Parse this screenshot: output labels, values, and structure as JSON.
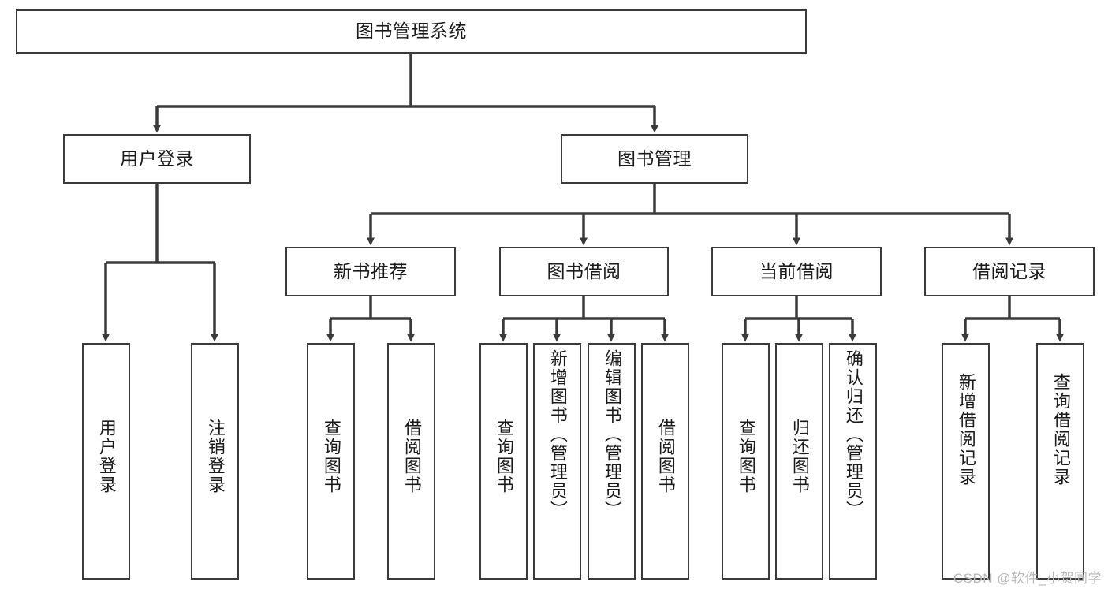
{
  "diagram": {
    "type": "tree-hierarchy",
    "title": "图书管理系统",
    "watermark": "CSDN @软件_小贺同学",
    "colors": {
      "stroke": "#3a3a3a",
      "fill": "#ffffff",
      "text": "#1a1a1a",
      "watermark": "#b8b8b8"
    },
    "nodes": {
      "root": {
        "label": "图书管理系统"
      },
      "level1": [
        {
          "id": "user-login",
          "label": "用户登录"
        },
        {
          "id": "book-manage",
          "label": "图书管理"
        }
      ],
      "level2": [
        {
          "id": "new-book-rec",
          "label": "新书推荐"
        },
        {
          "id": "book-borrow",
          "label": "图书借阅"
        },
        {
          "id": "current-borrow",
          "label": "当前借阅"
        },
        {
          "id": "borrow-record",
          "label": "借阅记录"
        }
      ],
      "leaves": [
        {
          "id": "leaf-user-login",
          "label": "用户登录",
          "parent": "user-login"
        },
        {
          "id": "leaf-user-logout",
          "label": "注销登录",
          "parent": "user-login"
        },
        {
          "id": "leaf-query-book-1",
          "label": "查询图书",
          "parent": "new-book-rec"
        },
        {
          "id": "leaf-borrow-book-1",
          "label": "借阅图书",
          "parent": "new-book-rec"
        },
        {
          "id": "leaf-query-book-2",
          "label": "查询图书",
          "parent": "book-borrow"
        },
        {
          "id": "leaf-add-book",
          "label": "新增图书（管理员）",
          "parent": "book-borrow"
        },
        {
          "id": "leaf-edit-book",
          "label": "编辑图书（管理员）",
          "parent": "book-borrow"
        },
        {
          "id": "leaf-borrow-book-2",
          "label": "借阅图书",
          "parent": "book-borrow"
        },
        {
          "id": "leaf-query-book-3",
          "label": "查询图书",
          "parent": "current-borrow"
        },
        {
          "id": "leaf-return-book",
          "label": "归还图书",
          "parent": "current-borrow"
        },
        {
          "id": "leaf-confirm-return",
          "label": "确认归还（管理员）",
          "parent": "current-borrow"
        },
        {
          "id": "leaf-add-record",
          "label": "新增借阅记录",
          "parent": "borrow-record"
        },
        {
          "id": "leaf-query-record",
          "label": "查询借阅记录",
          "parent": "borrow-record"
        }
      ]
    }
  }
}
